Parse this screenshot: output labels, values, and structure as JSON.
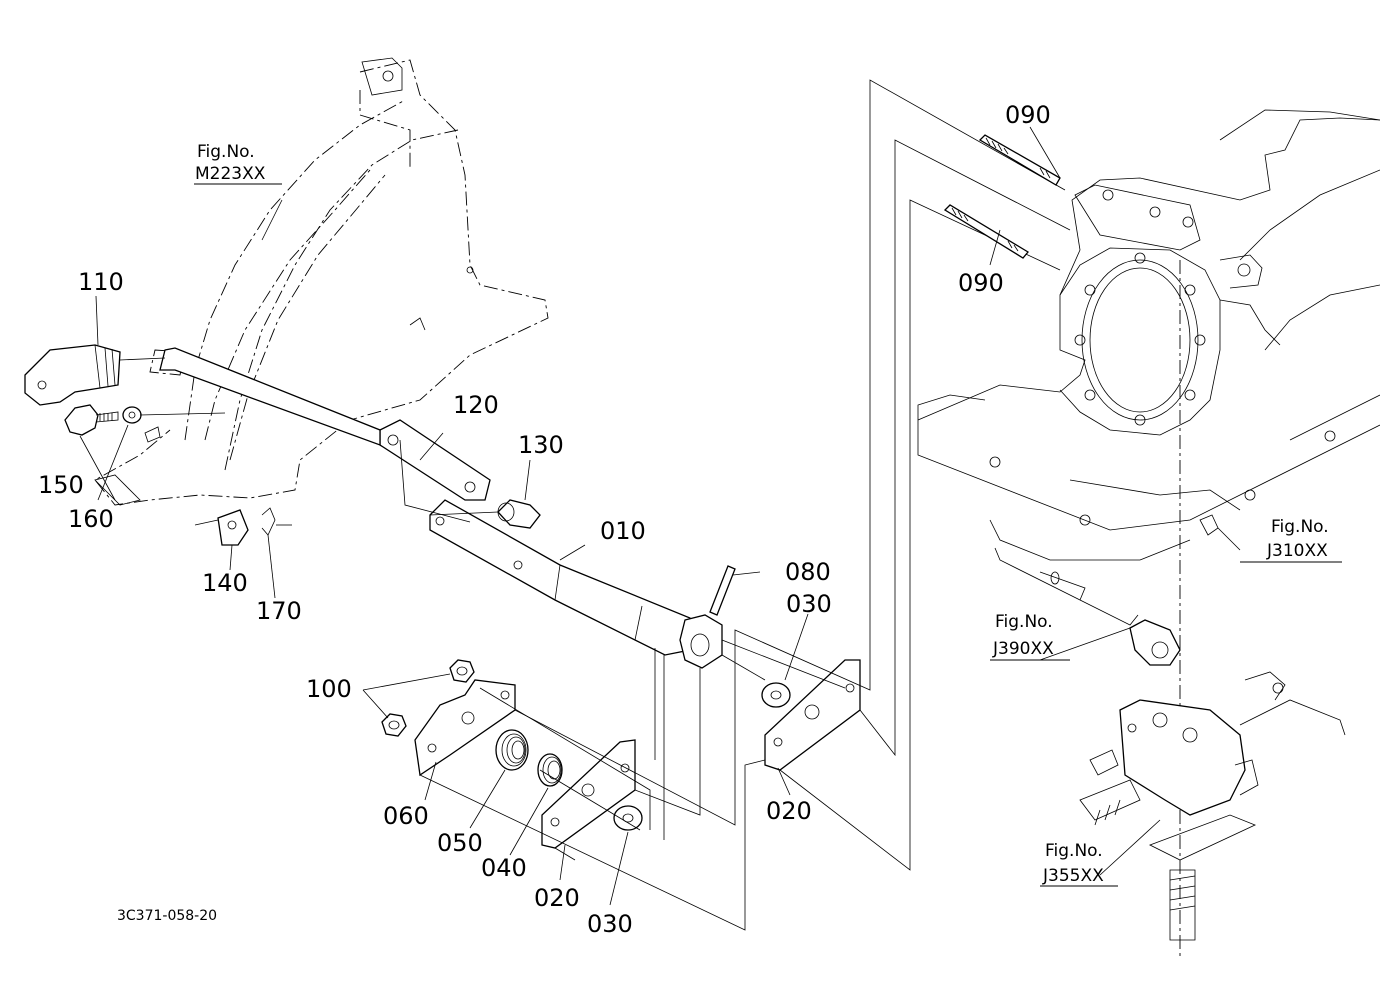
{
  "diagram": {
    "drawing_code": "3C371-058-20",
    "figure_refs": [
      {
        "id": "m223",
        "line1": "Fig.No.",
        "line2": "M223XX"
      },
      {
        "id": "j310",
        "line1": "Fig.No.",
        "line2": "J310XX"
      },
      {
        "id": "j390",
        "line1": "Fig.No.",
        "line2": "J390XX"
      },
      {
        "id": "j355",
        "line1": "Fig.No.",
        "line2": "J355XX"
      }
    ],
    "part_labels": {
      "p010": "010",
      "p020a": "020",
      "p020b": "020",
      "p030a": "030",
      "p030b": "030",
      "p040": "040",
      "p050": "050",
      "p060": "060",
      "p080": "080",
      "p090a": "090",
      "p090b": "090",
      "p100": "100",
      "p110": "110",
      "p120": "120",
      "p130": "130",
      "p140": "140",
      "p150": "150",
      "p160": "160",
      "p170": "170"
    }
  }
}
